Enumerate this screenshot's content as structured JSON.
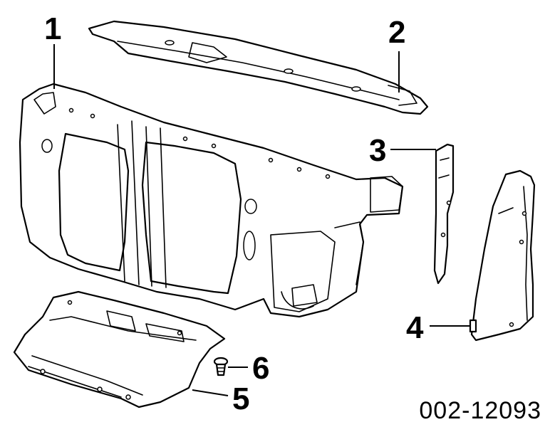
{
  "diagram": {
    "callouts": [
      {
        "id": "1",
        "label": "1"
      },
      {
        "id": "2",
        "label": "2"
      },
      {
        "id": "3",
        "label": "3"
      },
      {
        "id": "4",
        "label": "4"
      },
      {
        "id": "5",
        "label": "5"
      },
      {
        "id": "6",
        "label": "6"
      }
    ],
    "drawing_number": "002-12093"
  }
}
